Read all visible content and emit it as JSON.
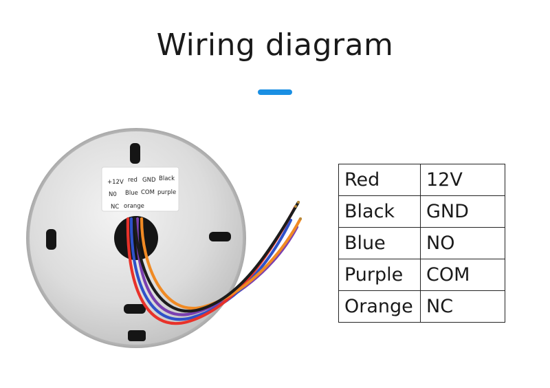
{
  "title": "Wiring diagram",
  "accent_color": "#1a8fe3",
  "label": {
    "row1": [
      "+12V",
      "red",
      "GND",
      "Black"
    ],
    "row2": [
      "N0",
      "Blue",
      "COM",
      "purple"
    ],
    "row3": [
      "NC",
      "orange"
    ]
  },
  "wire_colors": {
    "red": "#e8322a",
    "black": "#1c1c1c",
    "blue": "#2f52c9",
    "purple": "#7a3fb0",
    "orange": "#f08a24"
  },
  "table": {
    "rows": [
      {
        "color": "Red",
        "terminal": "12V"
      },
      {
        "color": "Black",
        "terminal": "GND"
      },
      {
        "color": "Blue",
        "terminal": "NO"
      },
      {
        "color": "Purple",
        "terminal": "COM"
      },
      {
        "color": "Orange",
        "terminal": "NC"
      }
    ]
  }
}
